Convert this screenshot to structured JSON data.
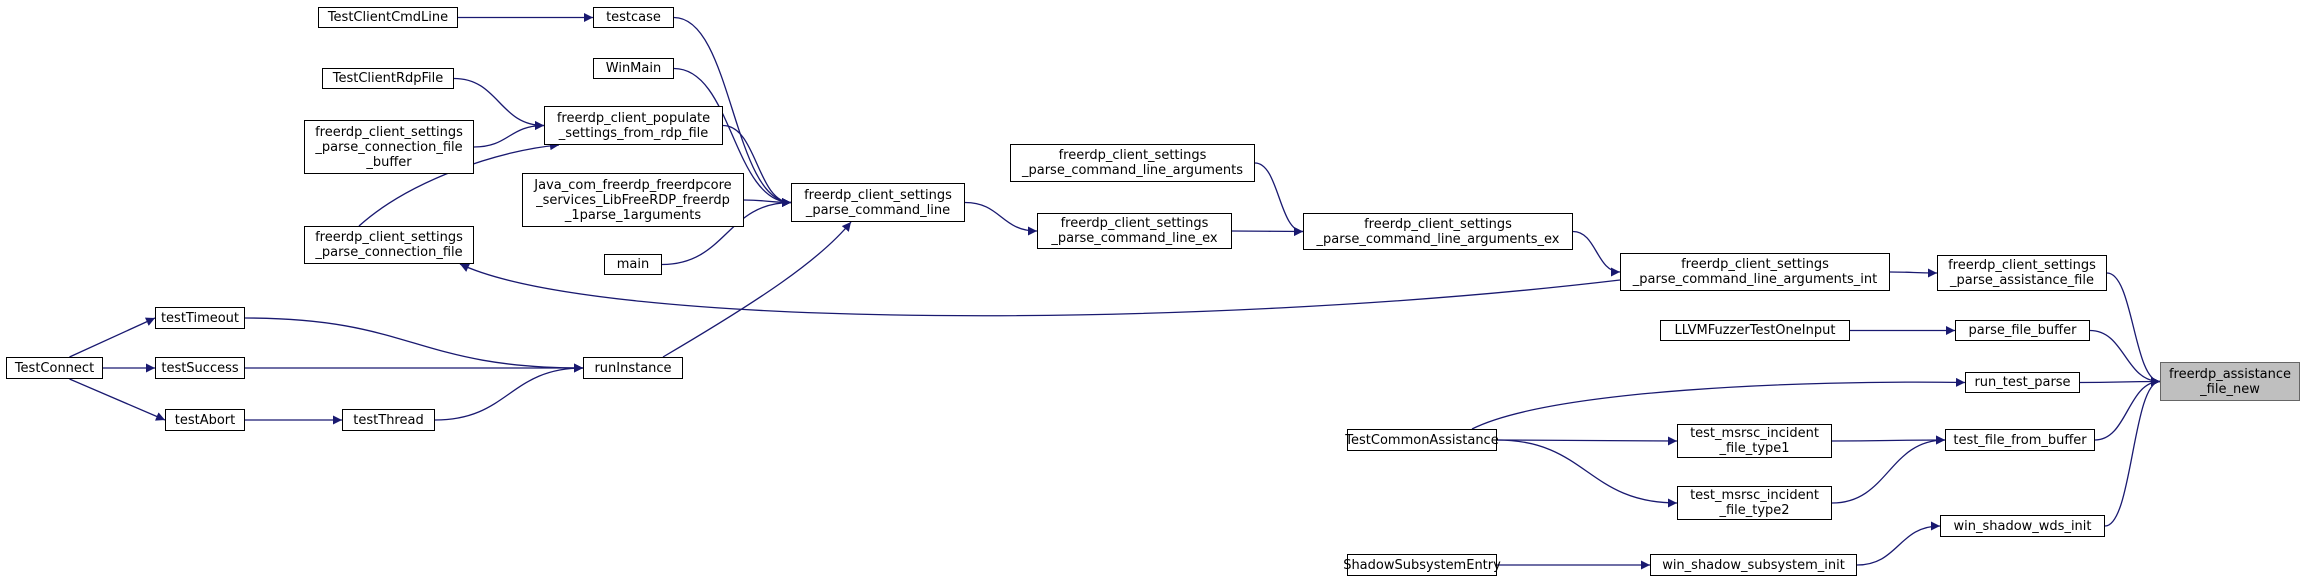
{
  "graph": {
    "type": "caller-graph",
    "edge_color": "#191970",
    "root_fill": "#bfbfbf",
    "nodes": {
      "root": "freerdp_assistance\n_file_new",
      "parse_assistance_file": "freerdp_client_settings\n_parse_assistance_file",
      "parse_file_buffer": "parse_file_buffer",
      "run_test_parse": "run_test_parse",
      "test_file_from_buffer": "test_file_from_buffer",
      "win_shadow_wds_init": "win_shadow_wds_init",
      "args_int": "freerdp_client_settings\n_parse_command_line_arguments_int",
      "llvm_fuzzer": "LLVMFuzzerTestOneInput",
      "incident1": "test_msrsc_incident\n_file_type1",
      "incident2": "test_msrsc_incident\n_file_type2",
      "subsystem_init": "win_shadow_subsystem_init",
      "test_common_assistance": "TestCommonAssistance",
      "shadow_entry": "ShadowSubsystemEntry",
      "args_ex": "freerdp_client_settings\n_parse_command_line_arguments_ex",
      "args": "freerdp_client_settings\n_parse_command_line_arguments",
      "cmdline_ex": "freerdp_client_settings\n_parse_command_line_ex",
      "cmdline": "freerdp_client_settings\n_parse_command_line",
      "connection_file": "freerdp_client_settings\n_parse_connection_file",
      "testcase": "testcase",
      "winmain": "WinMain",
      "populate": "freerdp_client_populate\n_settings_from_rdp_file",
      "java": "Java_com_freerdp_freerdpcore\n_services_LibFreeRDP_freerdp\n_1parse_1arguments",
      "main": "main",
      "runinstance": "runInstance",
      "test_client_cmdline": "TestClientCmdLine",
      "test_client_rdpfile": "TestClientRdpFile",
      "conn_buffer": "freerdp_client_settings\n_parse_connection_file\n_buffer",
      "test_timeout": "testTimeout",
      "test_success": "testSuccess",
      "test_abort": "testAbort",
      "test_thread": "testThread",
      "test_connect": "TestConnect"
    }
  }
}
